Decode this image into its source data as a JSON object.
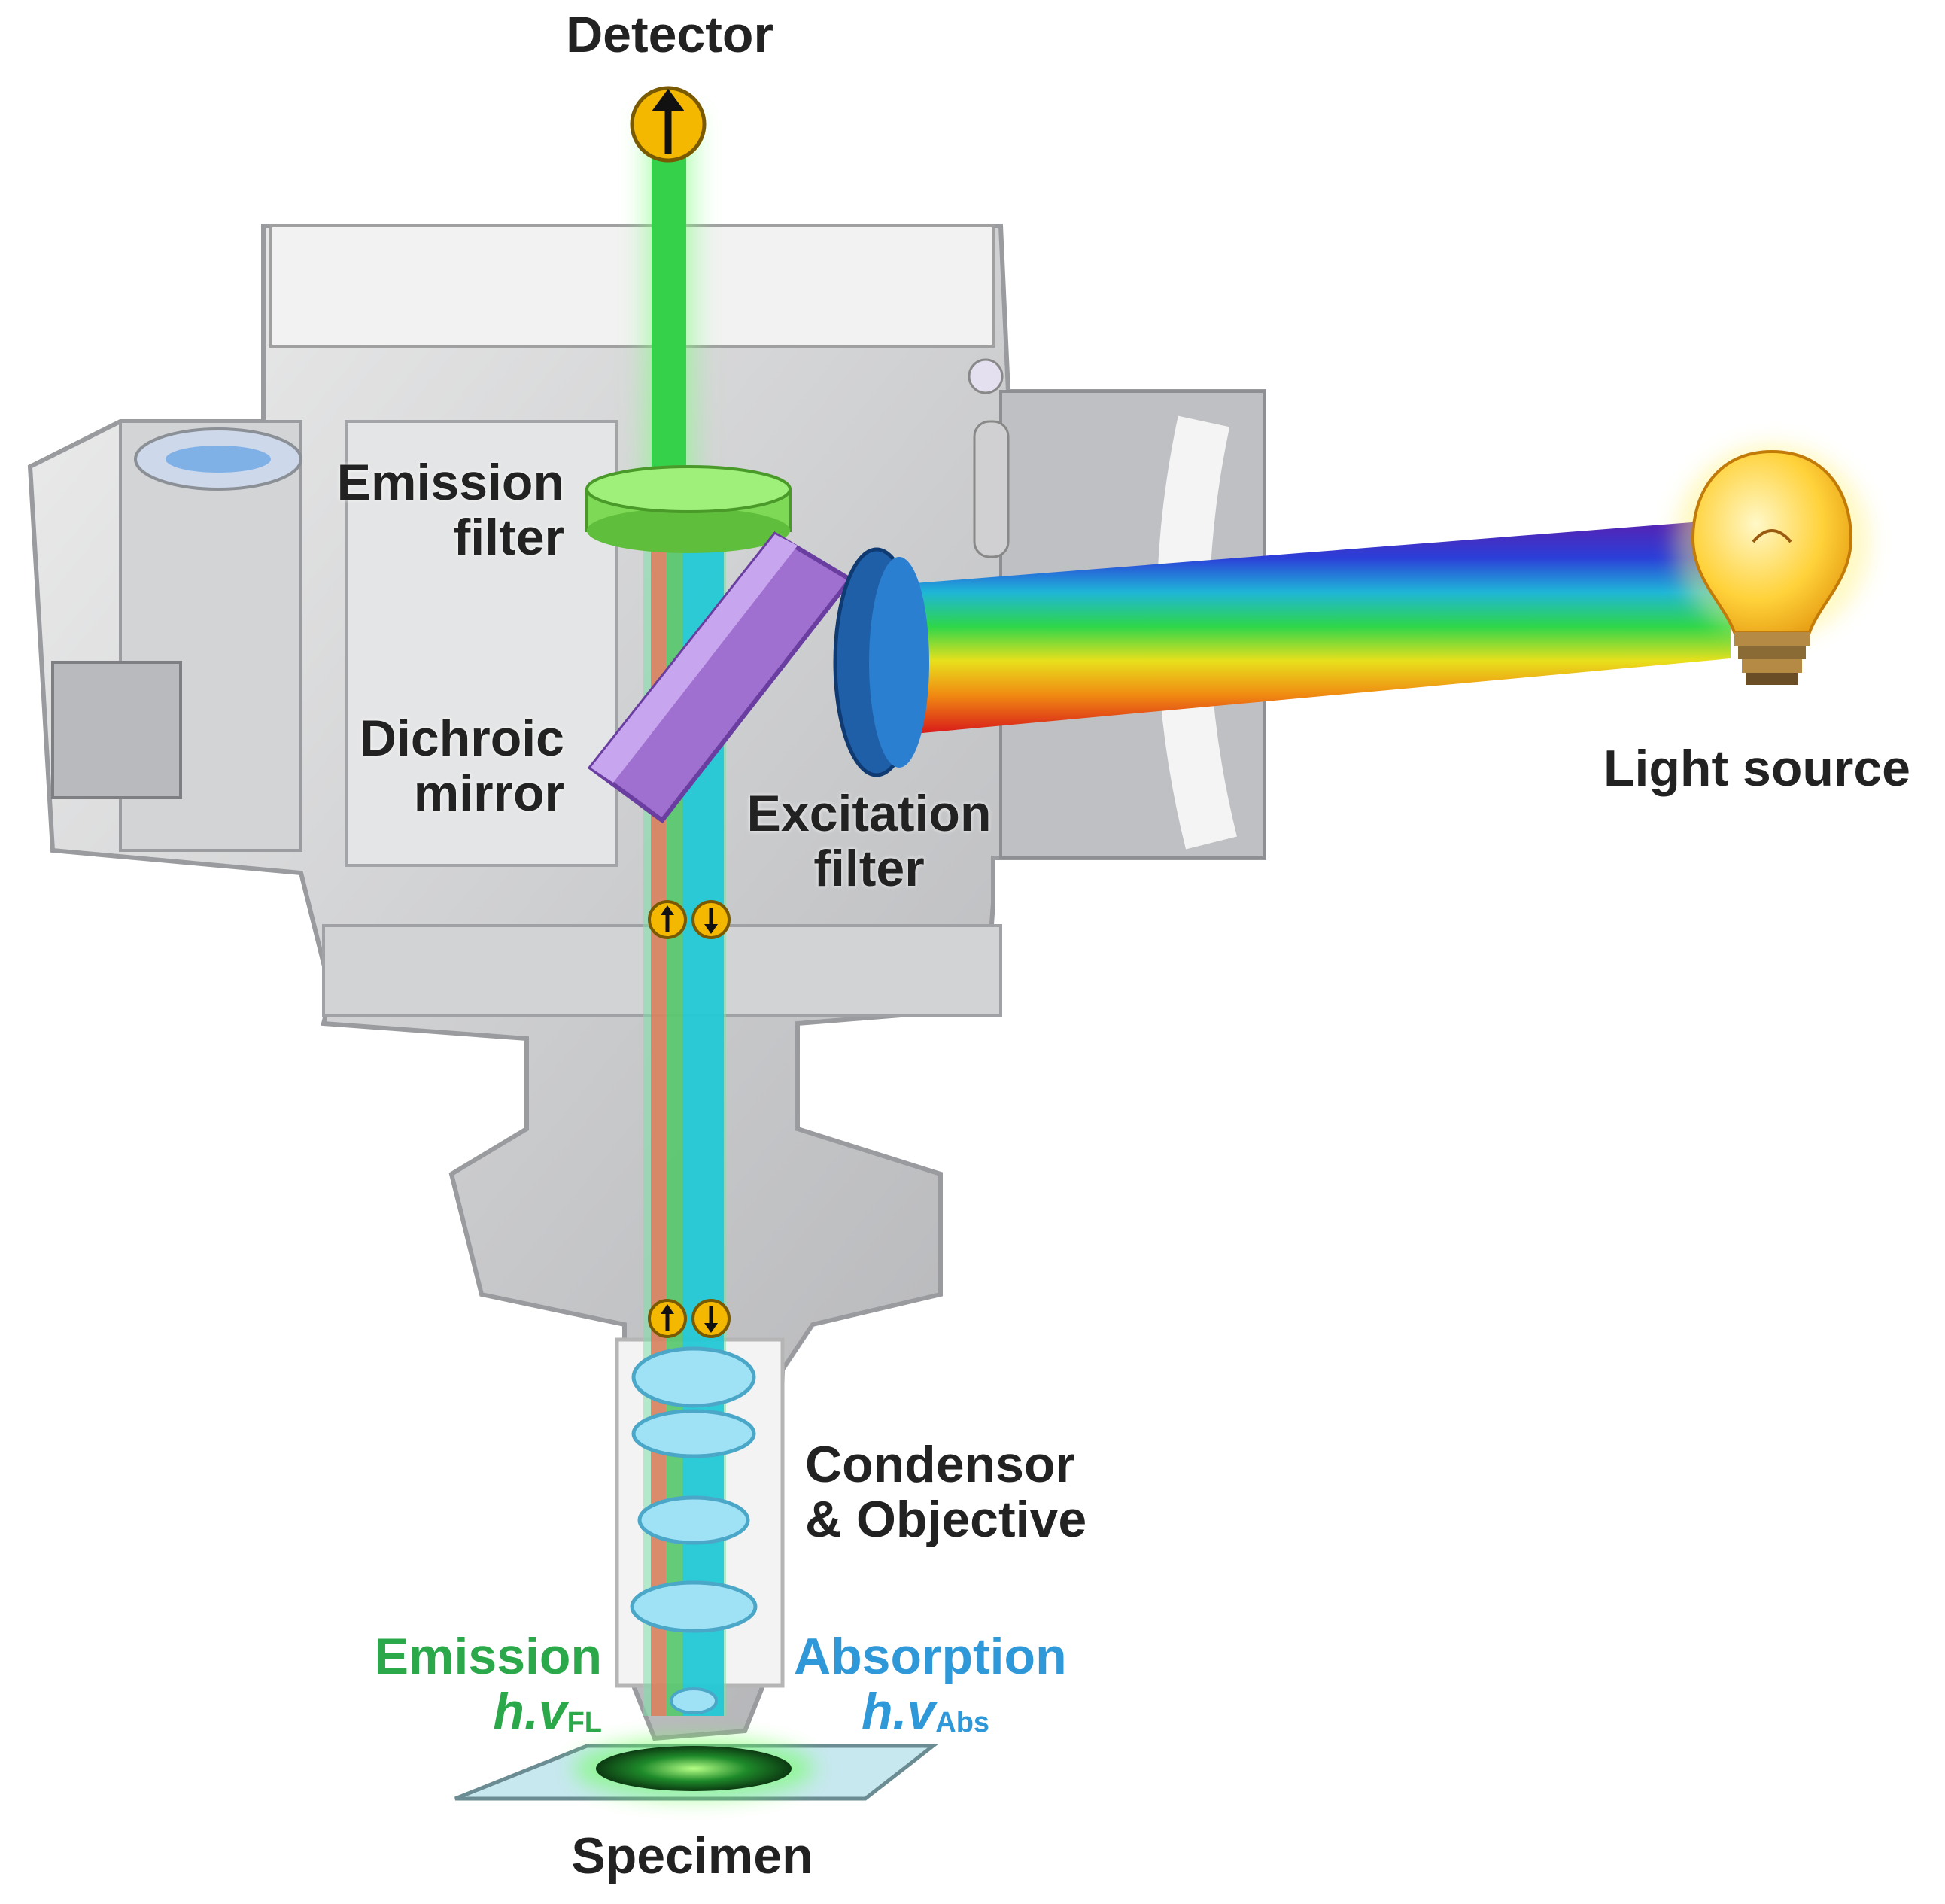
{
  "labels": {
    "detector": "Detector",
    "emission_filter_1": "Emission",
    "emission_filter_2": "filter",
    "dichroic_1": "Dichroic",
    "dichroic_2": "mirror",
    "excitation_1": "Excitation",
    "excitation_2": "filter",
    "light_source": "Light source",
    "condensor_1": "Condensor",
    "condensor_2": "& Objective",
    "emission": "Emission",
    "emission_symbol": "h.v",
    "emission_sub": "FL",
    "absorption": "Absorption",
    "absorption_symbol": "h.v",
    "absorption_sub": "Abs",
    "specimen": "Specimen"
  },
  "colors": {
    "emission": "#2aa84a",
    "absorption": "#2f98d8",
    "green_beam": "#35d14a",
    "cyan_beam": "#1ec8d8",
    "dichroic": "#a070d0",
    "excitation_filter": "#2a7fd0",
    "emission_filter": "#7ed957",
    "arrow_badge": "#f5b800"
  },
  "icons": {
    "detector_arrow": "arrow-up-badge",
    "light_source": "light-bulb-icon",
    "arrows_down_up": "arrow-up-down-badges"
  }
}
